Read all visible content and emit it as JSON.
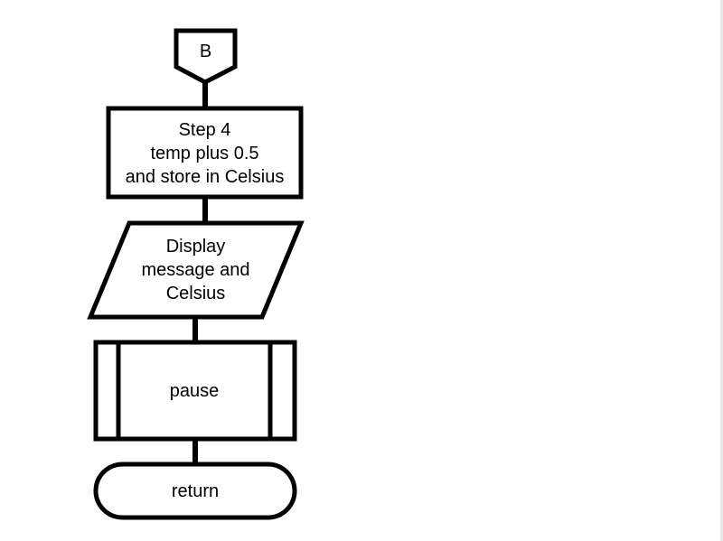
{
  "flowchart": {
    "connector": {
      "label": "B"
    },
    "process": {
      "lines": [
        "Step 4",
        "temp plus 0.5",
        "and store in Celsius"
      ]
    },
    "io": {
      "lines": [
        "Display",
        "message and",
        "Celsius"
      ]
    },
    "predefined_process": {
      "label": "pause"
    },
    "terminator": {
      "label": "return"
    }
  }
}
